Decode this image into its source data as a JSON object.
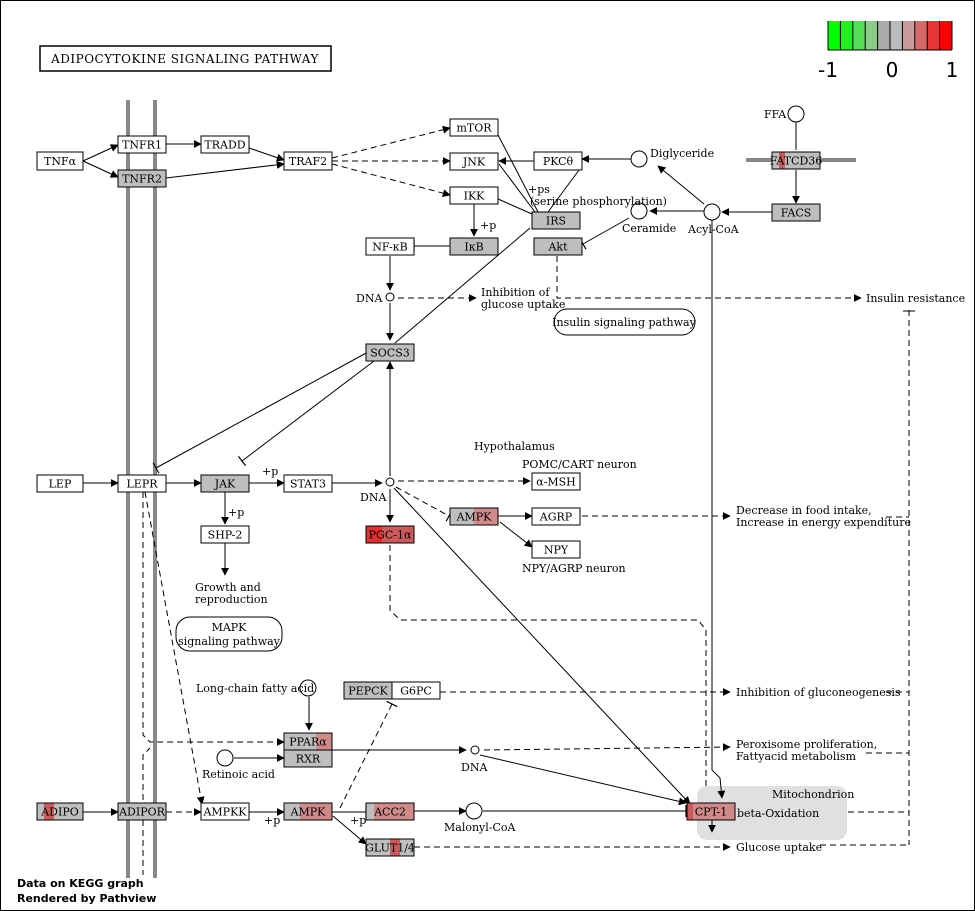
{
  "title": "ADIPOCYTOKINE SIGNALING PATHWAY",
  "legend": {
    "min_label": "-1",
    "mid_label": "0",
    "max_label": "1",
    "colors": [
      "#00ff00",
      "#22ee22",
      "#55dd55",
      "#88cc88",
      "#aaaaaa",
      "#bbbbbb",
      "#c89a9a",
      "#d46a6a",
      "#e83434",
      "#ff0000"
    ]
  },
  "colors": {
    "no_data": "#bebebe",
    "up_light": "#d08a8a",
    "up_mid": "#cc5a5a",
    "up_strong": "#e03030",
    "membrane": "#888888",
    "mito_bg": "#e0e0e0"
  },
  "nodes": {
    "tnfa": "TNFα",
    "tnfr1": "TNFR1",
    "tnfr2": "TNFR2",
    "tradd": "TRADD",
    "traf2": "TRAF2",
    "mtor": "mTOR",
    "jnk": "JNK",
    "ikk": "IKK",
    "pkc": "PKCθ",
    "irs": "IRS",
    "akt": "Akt",
    "nfkb": "NF-κB",
    "ikb": "IκB",
    "socs3": "SOCS3",
    "fatcd36": "FATCD36",
    "facs": "FACS",
    "lep": "LEP",
    "lepr": "LEPR",
    "jak": "JAK",
    "stat3": "STAT3",
    "shp2": "SHP-2",
    "amsh": "α-MSH",
    "ampk_hyp": "AMPK",
    "agrp": "AGRP",
    "npy": "NPY",
    "pgc1a": "PGC-1α",
    "pepck": "PEPCK",
    "g6pc": "G6PC",
    "ppara": "PPARα",
    "rxr": "RXR",
    "adipo": "ADIPO",
    "adipor": "ADIPOR",
    "ampkk": "AMPKK",
    "ampk": "AMPK",
    "acc2": "ACC2",
    "glut": "GLUT1/4",
    "cpt1": "CPT-1"
  },
  "compounds": {
    "ffa": "FFA",
    "diglyceride": "Diglyceride",
    "ceramide": "Ceramide",
    "acylcoa": "Acyl-CoA",
    "lcfa": "Long-chain fatty acid",
    "retinoic": "Retinoic acid",
    "malonyl": "Malonyl-CoA"
  },
  "labels": {
    "dna": "DNA",
    "plus_p": "+p",
    "plus_ps": "+ps",
    "serine": "(serine phosphorylation)",
    "inhib_glucose_1": "Inhibition of",
    "inhib_glucose_2": "glucose uptake",
    "insulin_resistance": "Insulin resistance",
    "insulin_pathway": "Insulin signaling pathway",
    "hypothalamus": "Hypothalamus",
    "pomc": "POMC/CART neuron",
    "npy_neuron": "NPY/AGRP neuron",
    "food_1": "Decrease in food intake,",
    "food_2": "Increase in energy expenditure",
    "growth_1": "Growth and",
    "growth_2": "reproduction",
    "mapk_1": "MAPK",
    "mapk_2": "signaling pathway",
    "gluconeo": "Inhibition of gluconeogenesis",
    "perox_1": "Peroxisome proliferation,",
    "perox_2": "Fattyacid metabolism",
    "mitochondrion": "Mitochondrion",
    "beta_ox": "beta-Oxidation",
    "glucose_uptake": "Glucose uptake"
  },
  "footer": {
    "line1": "Data on KEGG graph",
    "line2": "Rendered by Pathview"
  }
}
